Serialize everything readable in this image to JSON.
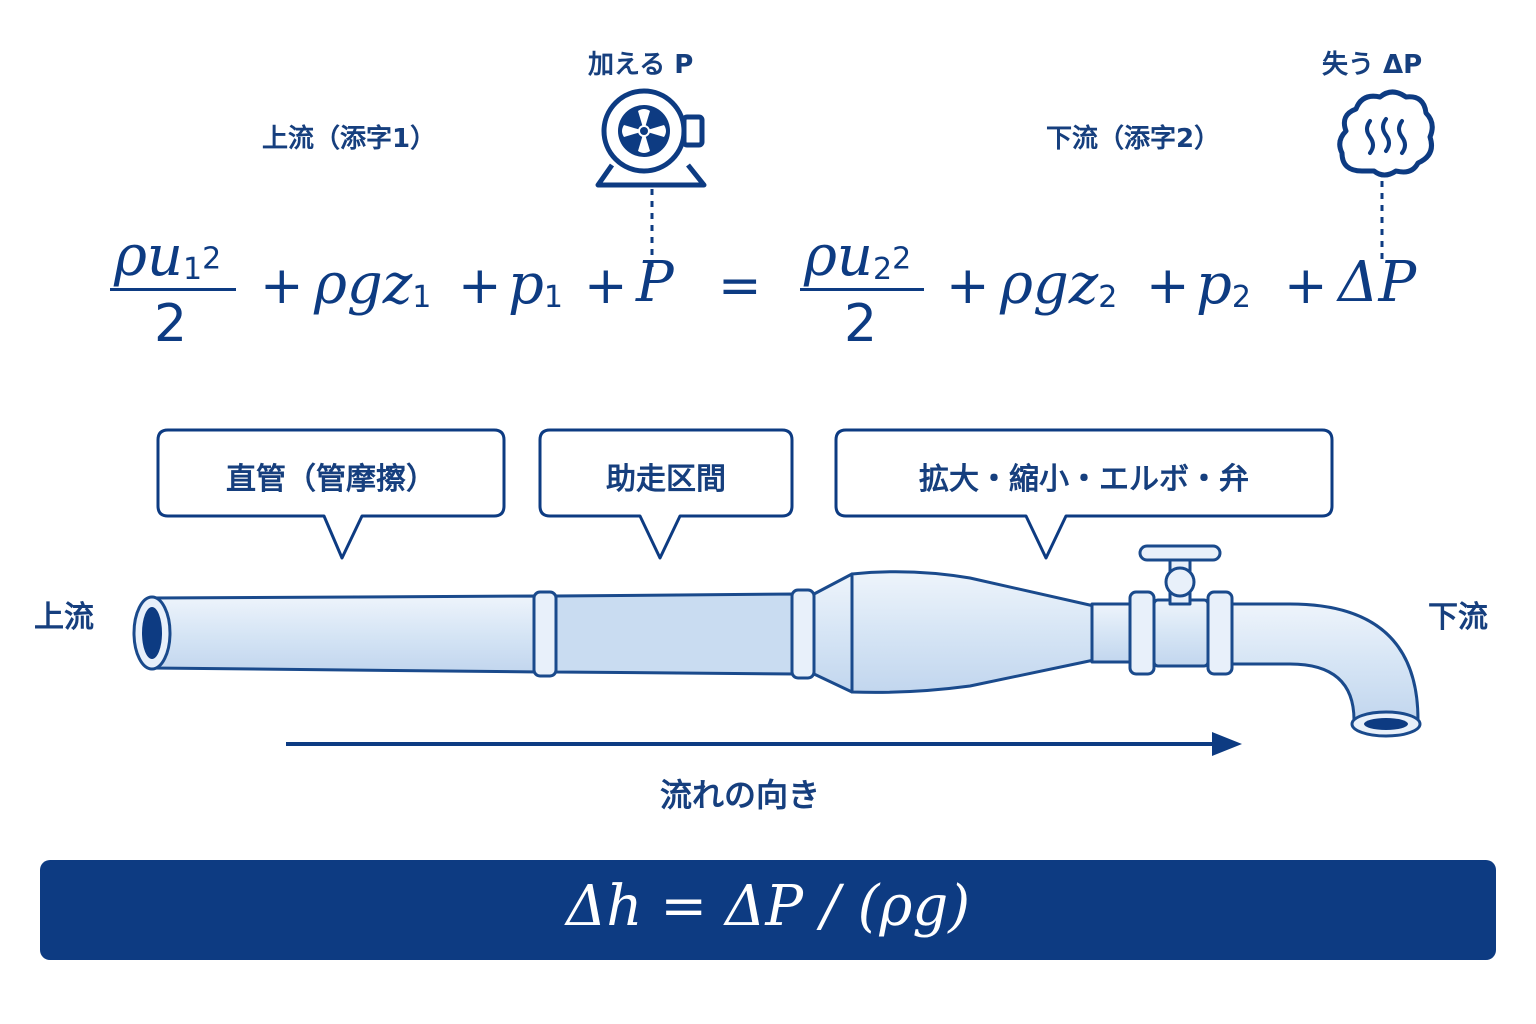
{
  "labels": {
    "pump": "加える P",
    "loss": "失う ΔP",
    "upstream_subscript": "上流（添字1）",
    "downstream_subscript": "下流（添字2）",
    "upstream": "上流",
    "downstream": "下流",
    "flow_direction": "流れの向き"
  },
  "equation": {
    "rho_u": "ρu",
    "sub1": "1",
    "sub2": "2",
    "sq": "2",
    "den": "2",
    "plus": "+",
    "rho_g_z": "ρgz",
    "p": "p",
    "P": "P",
    "equals": "=",
    "delta_P": "ΔP"
  },
  "callouts": [
    {
      "text": "直管（管摩擦）"
    },
    {
      "text": "助走区間"
    },
    {
      "text": "拡大・縮小・エルボ・弁"
    }
  ],
  "bottom_formula": "Δh = ΔP / (ρg)",
  "colors": {
    "primary": "#0d3b82",
    "pipe_fill": "#dce9f7",
    "pipe_fill_dark": "#c4d9f0",
    "pipe_stroke": "#1a4a8c"
  },
  "icons": [
    "pump-icon",
    "steam-loss-icon",
    "valve-icon",
    "flow-arrow-icon"
  ]
}
